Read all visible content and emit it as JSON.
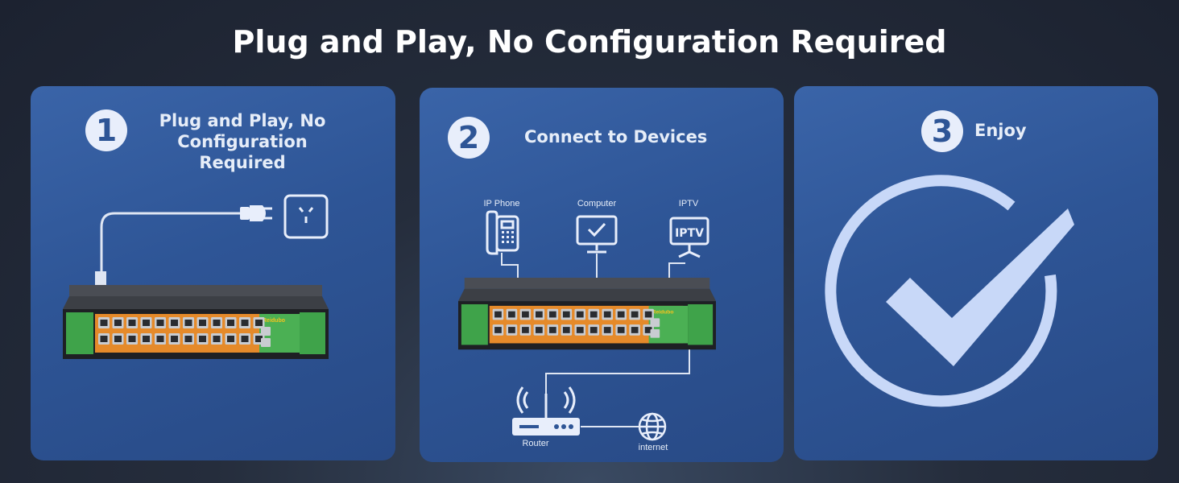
{
  "headline": "Plug and Play, No Configuration Required",
  "steps": [
    {
      "number": "1",
      "title_line1": "Plug and Play, No",
      "title_line2": "Configuration Required"
    },
    {
      "number": "2",
      "title": "Connect to Devices"
    },
    {
      "number": "3",
      "title": "Enjoy"
    }
  ],
  "devices": {
    "ip_phone": "IP Phone",
    "computer": "Computer",
    "iptv": "IPTV",
    "iptv_screen_text": "IPTV",
    "router": "Router",
    "internet": "internet"
  },
  "switch": {
    "brand": "Reidubo"
  },
  "colors": {
    "card": "#2e5596",
    "accent_light": "#e8eefb",
    "switch_green": "#3fa34a",
    "port_orange": "#e58a2a"
  }
}
